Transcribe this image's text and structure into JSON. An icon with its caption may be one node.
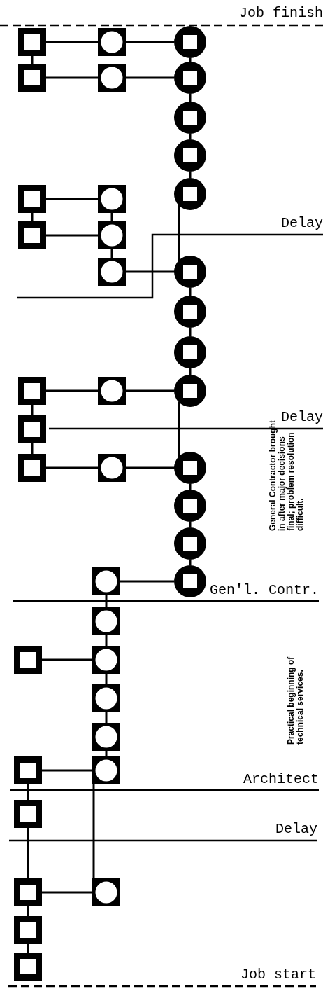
{
  "diagram": {
    "nodes": [
      {
        "text": [],
        "shape": "square"
      },
      {
        "text": [],
        "shape": "box"
      },
      {
        "text": [],
        "shape": "circle"
      },
      {
        "text": [],
        "shape": "square"
      },
      {
        "text": [],
        "shape": "box"
      },
      {
        "text": [],
        "shape": "circle"
      },
      {
        "text": [],
        "shape": "circle"
      },
      {
        "text": [],
        "shape": "circle"
      },
      {
        "text": [],
        "shape": "circle"
      },
      {
        "text": [],
        "shape": "square"
      },
      {
        "text": [],
        "shape": "box"
      },
      {
        "text": [],
        "shape": "square"
      },
      {
        "text": [],
        "shape": "box"
      },
      {
        "text": [],
        "shape": "box"
      },
      {
        "text": [],
        "shape": "circle"
      },
      {
        "text": [],
        "shape": "circle"
      },
      {
        "text": [],
        "shape": "circle"
      },
      {
        "text": [],
        "shape": "square"
      },
      {
        "text": [],
        "shape": "box"
      },
      {
        "text": [],
        "shape": "circle"
      },
      {
        "text": [],
        "shape": "square"
      },
      {
        "text": [],
        "shape": "square"
      },
      {
        "text": [],
        "shape": "box"
      },
      {
        "text": [],
        "shape": "circle"
      },
      {
        "text": [],
        "shape": "circle"
      },
      {
        "text": [],
        "shape": "circle"
      },
      {
        "text": [],
        "shape": "box"
      },
      {
        "text": [],
        "shape": "circle"
      },
      {
        "text": [],
        "shape": "box"
      },
      {
        "text": [],
        "shape": "square"
      },
      {
        "text": [],
        "shape": "box"
      },
      {
        "text": [],
        "shape": "box"
      },
      {
        "text": [],
        "shape": "box"
      },
      {
        "text": [],
        "shape": "square"
      },
      {
        "text": [],
        "shape": "box"
      },
      {
        "text": [],
        "shape": "square"
      },
      {
        "text": [],
        "shape": "square"
      },
      {
        "text": [],
        "shape": "box"
      },
      {
        "text": [],
        "shape": "square"
      },
      {
        "text": [],
        "shape": "square"
      }
    ],
    "edges": [
      {
        "from": 0,
        "to": 1,
        "arrow": "none"
      },
      {
        "from": 1,
        "to": 2,
        "arrow": "none"
      },
      {
        "from": 0,
        "to": 3,
        "arrow": "none"
      },
      {
        "from": 3,
        "to": 4,
        "arrow": "none"
      },
      {
        "from": 4,
        "to": 5,
        "arrow": "none"
      },
      {
        "from": 2,
        "to": 5,
        "arrow": "none"
      },
      {
        "from": 5,
        "to": 6,
        "arrow": "none"
      },
      {
        "from": 6,
        "to": 7,
        "arrow": "none"
      },
      {
        "from": 7,
        "to": 8,
        "arrow": "none"
      },
      {
        "from": 9,
        "to": 10,
        "arrow": "none"
      },
      {
        "from": 11,
        "to": 12,
        "arrow": "none"
      },
      {
        "from": 9,
        "to": 11,
        "arrow": "none"
      },
      {
        "from": 10,
        "to": 12,
        "arrow": "none"
      },
      {
        "from": 12,
        "to": 13,
        "arrow": "none"
      },
      {
        "from": 13,
        "to": 14,
        "arrow": "none"
      },
      {
        "from": 8,
        "to": 14,
        "arrow": "none"
      },
      {
        "from": 14,
        "to": 15,
        "arrow": "none"
      },
      {
        "from": 15,
        "to": 16,
        "arrow": "none"
      },
      {
        "from": 16,
        "to": 19,
        "arrow": "none"
      },
      {
        "from": 17,
        "to": 18,
        "arrow": "none"
      },
      {
        "from": 18,
        "to": 19,
        "arrow": "none"
      },
      {
        "from": 17,
        "to": 20,
        "arrow": "none"
      },
      {
        "from": 20,
        "to": 21,
        "arrow": "none"
      },
      {
        "from": 21,
        "to": 22,
        "arrow": "none"
      },
      {
        "from": 22,
        "to": 23,
        "arrow": "none"
      },
      {
        "from": 19,
        "to": 23,
        "arrow": "none"
      },
      {
        "from": 23,
        "to": 24,
        "arrow": "none"
      },
      {
        "from": 24,
        "to": 25,
        "arrow": "none"
      },
      {
        "from": 25,
        "to": 27,
        "arrow": "none"
      },
      {
        "from": 26,
        "to": 27,
        "arrow": "none"
      },
      {
        "from": 26,
        "to": 28,
        "arrow": "none"
      },
      {
        "from": 28,
        "to": 30,
        "arrow": "none"
      },
      {
        "from": 29,
        "to": 30,
        "arrow": "none"
      },
      {
        "from": 30,
        "to": 31,
        "arrow": "none"
      },
      {
        "from": 31,
        "to": 32,
        "arrow": "none"
      },
      {
        "from": 32,
        "to": 34,
        "arrow": "none"
      },
      {
        "from": 33,
        "to": 34,
        "arrow": "none"
      },
      {
        "from": 33,
        "to": 35,
        "arrow": "none"
      },
      {
        "from": 35,
        "to": 36,
        "arrow": "none"
      },
      {
        "from": 34,
        "to": 37,
        "arrow": "none"
      },
      {
        "from": 36,
        "to": 37,
        "arrow": "none"
      },
      {
        "from": 36,
        "to": 38,
        "arrow": "none"
      },
      {
        "from": 38,
        "to": 39,
        "arrow": "none"
      }
    ],
    "labels": [
      "Job finish",
      "Delay",
      "Delay",
      "General Contractor brought in after major decisions final; problem resolution difficult.",
      "Gen'l. Contr.",
      "Practical beginning of technical services.",
      "Architect",
      "Delay",
      "Job start"
    ]
  }
}
